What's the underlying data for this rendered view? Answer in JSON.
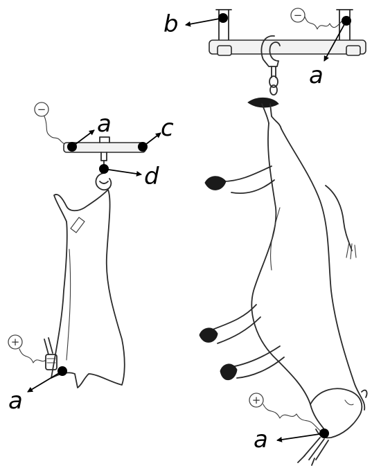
{
  "labels": {
    "a_top_right": "a",
    "b": "b",
    "a_left_top": "a",
    "c": "c",
    "d": "d",
    "a_left_bottom": "a",
    "a_bottom_right": "a"
  },
  "electrode_signs": {
    "left_negative": "−",
    "left_positive": "+",
    "right_negative": "−",
    "right_positive": "+"
  }
}
